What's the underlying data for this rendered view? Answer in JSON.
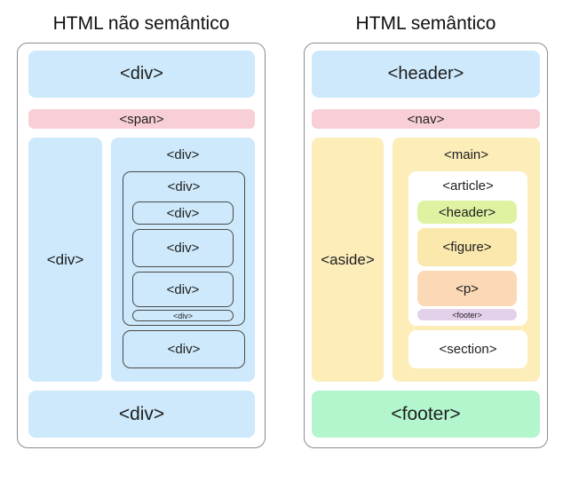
{
  "left_panel": {
    "title": "HTML não semântico",
    "header_block": "<div>",
    "nav_block": "<span>",
    "aside_block": "<div>",
    "main_label": "<div>",
    "article_label": "<div>",
    "article_header_block": "<div>",
    "figure_block": "<div>",
    "p_block": "<div>",
    "article_footer_block": "<div>",
    "section_block": "<div>",
    "footer_block": "<div>"
  },
  "right_panel": {
    "title": "HTML semântico",
    "header_block": "<header>",
    "nav_block": "<nav>",
    "aside_block": "<aside>",
    "main_label": "<main>",
    "article_label": "<article>",
    "article_header_block": "<header>",
    "figure_block": "<figure>",
    "p_block": "<p>",
    "article_footer_block": "<footer>",
    "section_block": "<section>",
    "footer_block": "<footer>"
  },
  "colors": {
    "blue": "#cde9fb",
    "pink": "#f9cfd7",
    "yellow": "#fcedb9",
    "figure-yellow": "#fae8ad",
    "header-green": "#dff2a2",
    "p-orange": "#fbd9b7",
    "footer-purple": "#e3d0eb",
    "footer-green": "#b3f5cd",
    "panel-border": "#8c8c8c",
    "outline-border": "#4a4a4a",
    "text": "#1e1e1e"
  }
}
